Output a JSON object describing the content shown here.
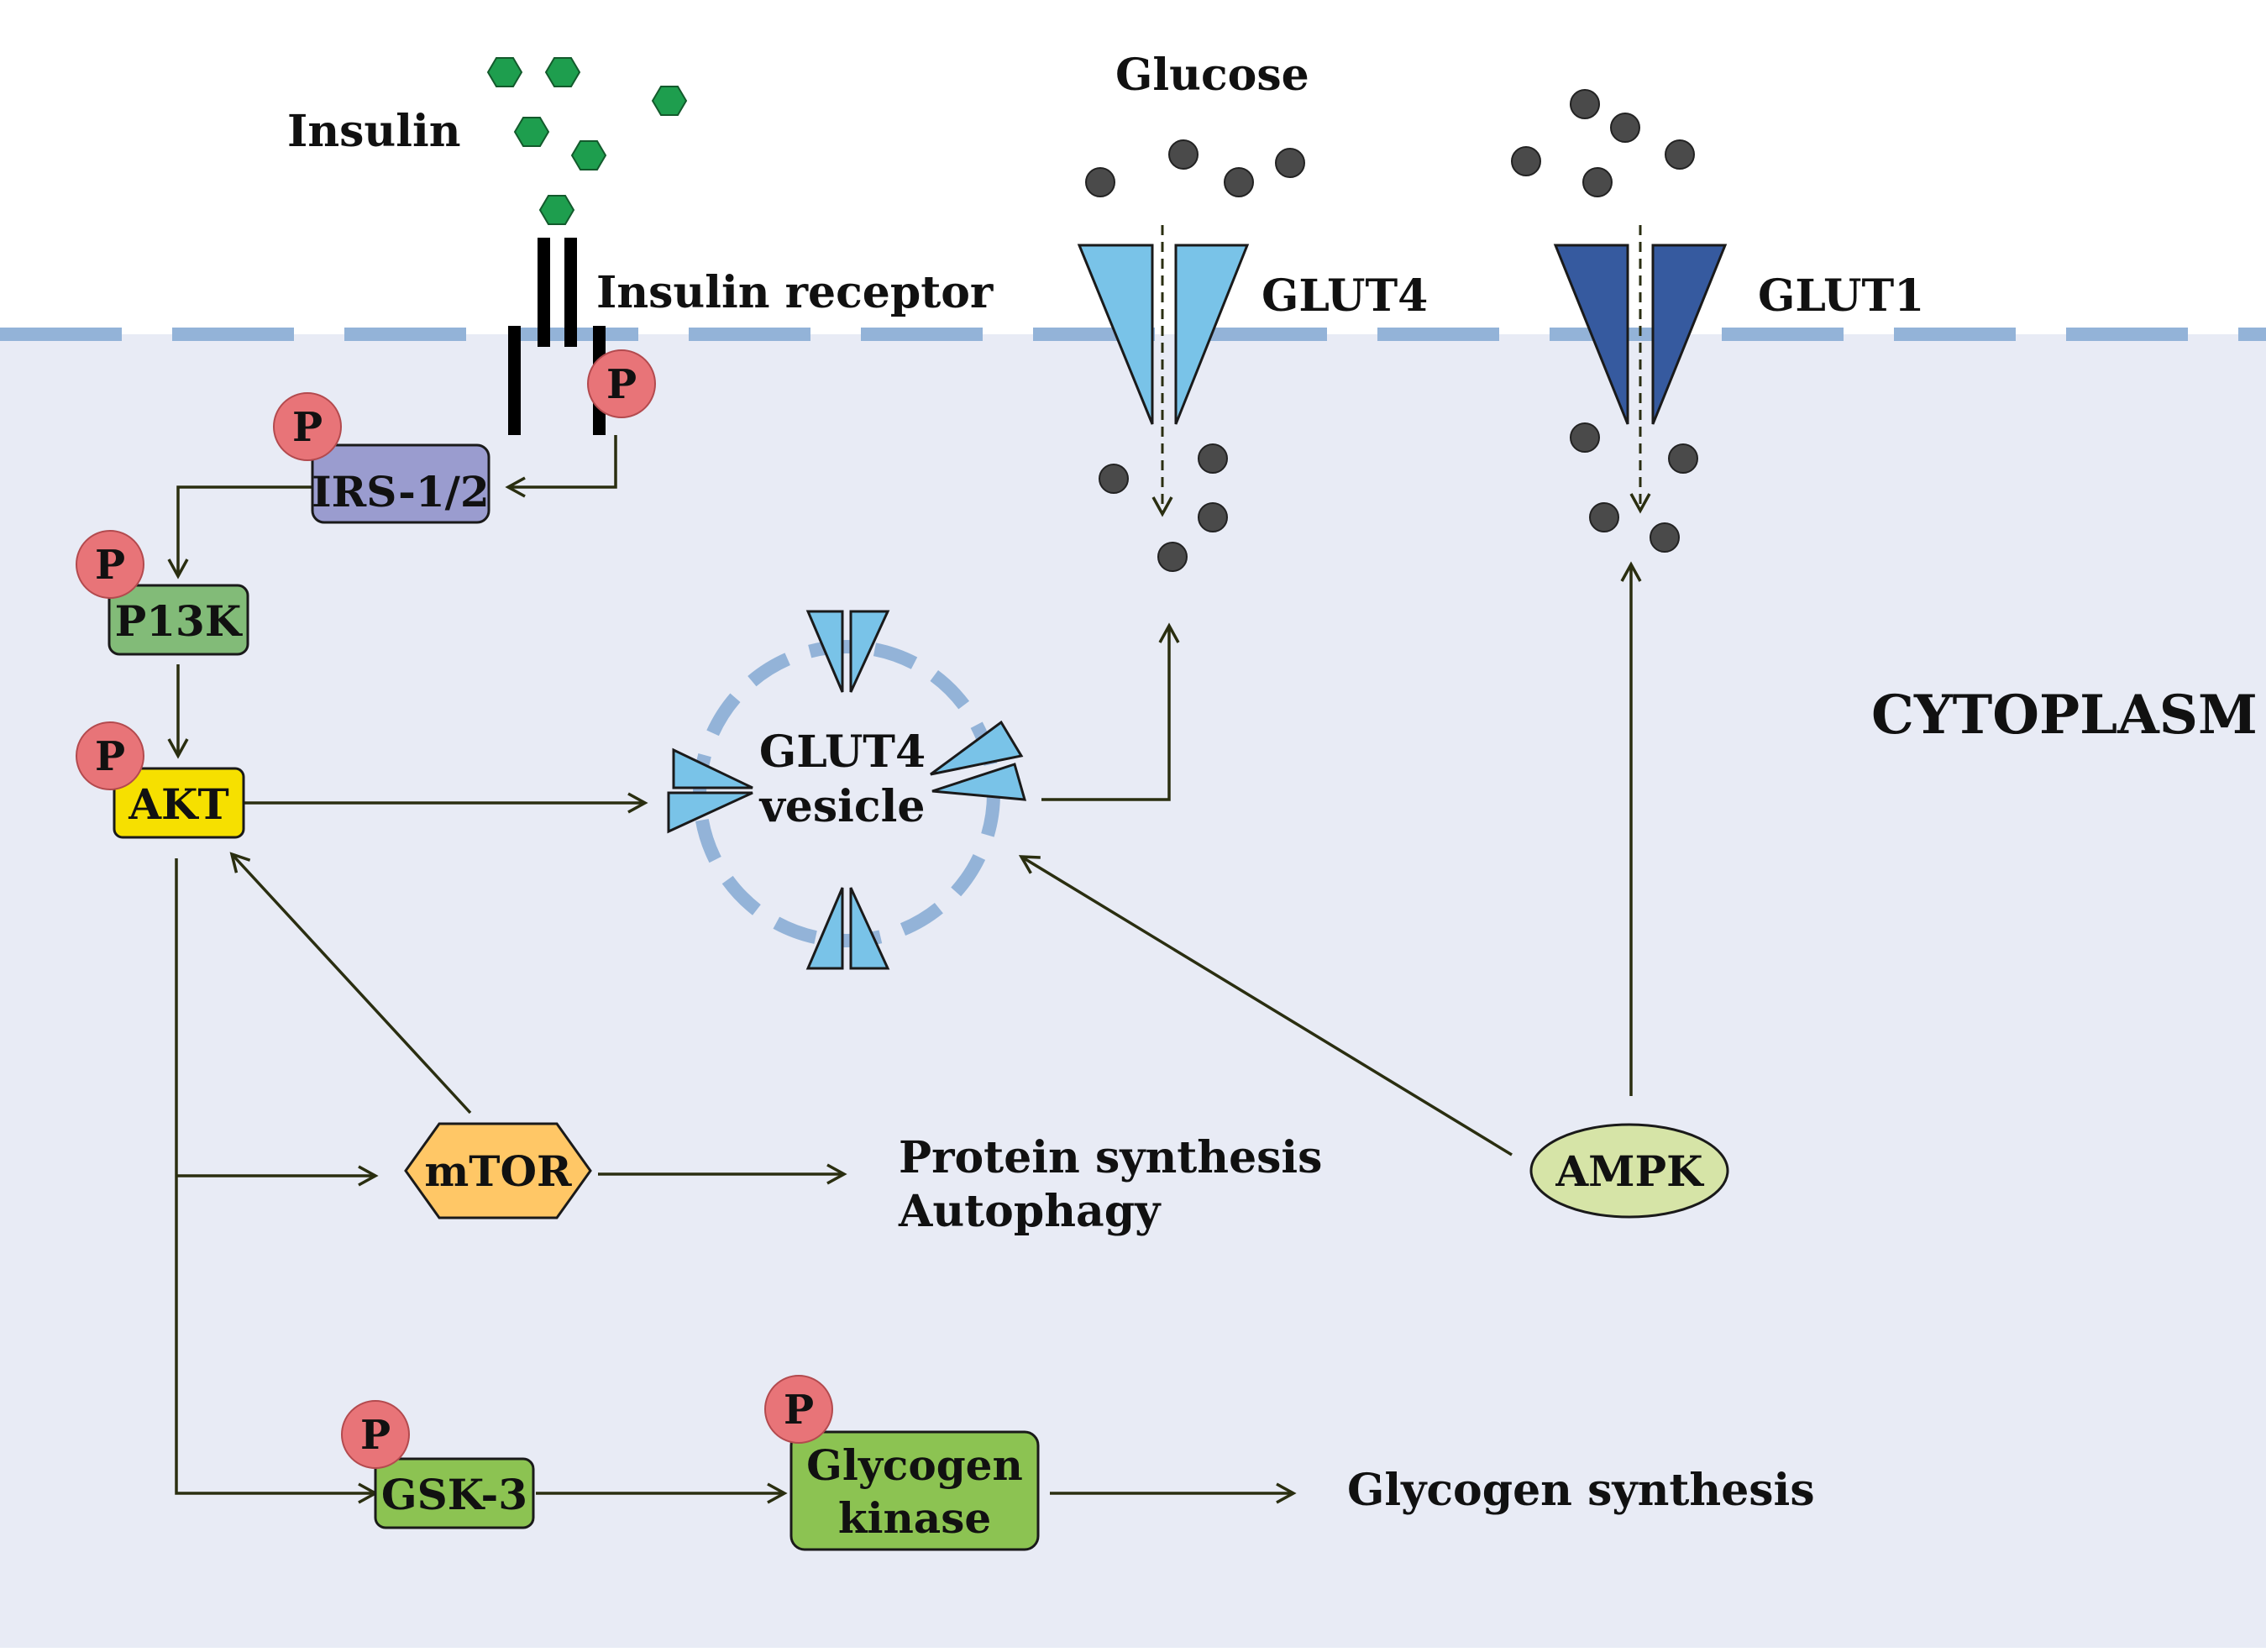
{
  "labels": {
    "insulin": "Insulin",
    "insulin_receptor": "Insulin receptor",
    "glucose": "Glucose",
    "glut4": "GLUT4",
    "glut1": "GLUT1",
    "cytoplasm": "CYTOPLASM",
    "vesicle_line1": "GLUT4",
    "vesicle_line2": "vesicle",
    "protein_synthesis": "Protein synthesis",
    "autophagy": "Autophagy",
    "glycogen_synthesis": "Glycogen synthesis"
  },
  "nodes": {
    "irs": "IRS-1/2",
    "pi3k": "P13K",
    "akt": "AKT",
    "mtor": "mTOR",
    "ampk": "AMPK",
    "gsk3": "GSK-3",
    "glycogen_kinase_line1": "Glycogen",
    "glycogen_kinase_line2": "kinase"
  },
  "phospho": "P",
  "colors": {
    "cytoplasm_bg": "#e8ebf5",
    "membrane": "#93b3d8",
    "insulin_hex": "#1e9e4e",
    "glucose_dot": "#4a4a4a",
    "glut4": "#79c3e8",
    "glut1": "#365a9f",
    "phospho": "#e87478",
    "irs": "#9a9ccf",
    "pi3k": "#82bb78",
    "akt": "#f6e000",
    "mtor": "#ffc766",
    "ampk": "#d6e4a7",
    "gsk3": "#8cc352",
    "glycogen_kinase": "#8cc352",
    "arrow": "#2a2e10"
  }
}
